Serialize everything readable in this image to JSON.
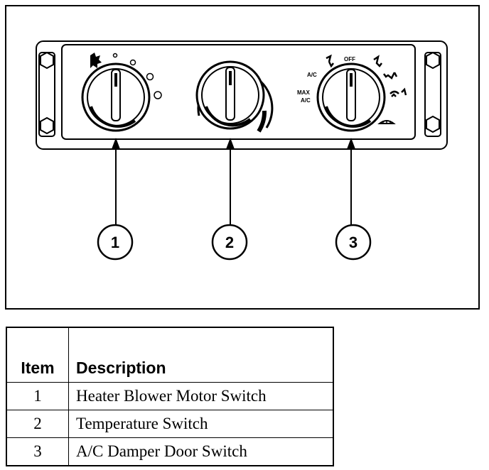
{
  "callouts": [
    {
      "number": "1"
    },
    {
      "number": "2"
    },
    {
      "number": "3"
    }
  ],
  "panel_labels": {
    "ac": "A/C",
    "off": "OFF",
    "max": "MAX",
    "max_ac": "A/C"
  },
  "table": {
    "headers": {
      "item": "Item",
      "description": "Description"
    },
    "rows": [
      {
        "item": "1",
        "description": "Heater Blower Motor Switch"
      },
      {
        "item": "2",
        "description": "Temperature Switch"
      },
      {
        "item": "3",
        "description": "A/C Damper Door Switch"
      }
    ]
  }
}
